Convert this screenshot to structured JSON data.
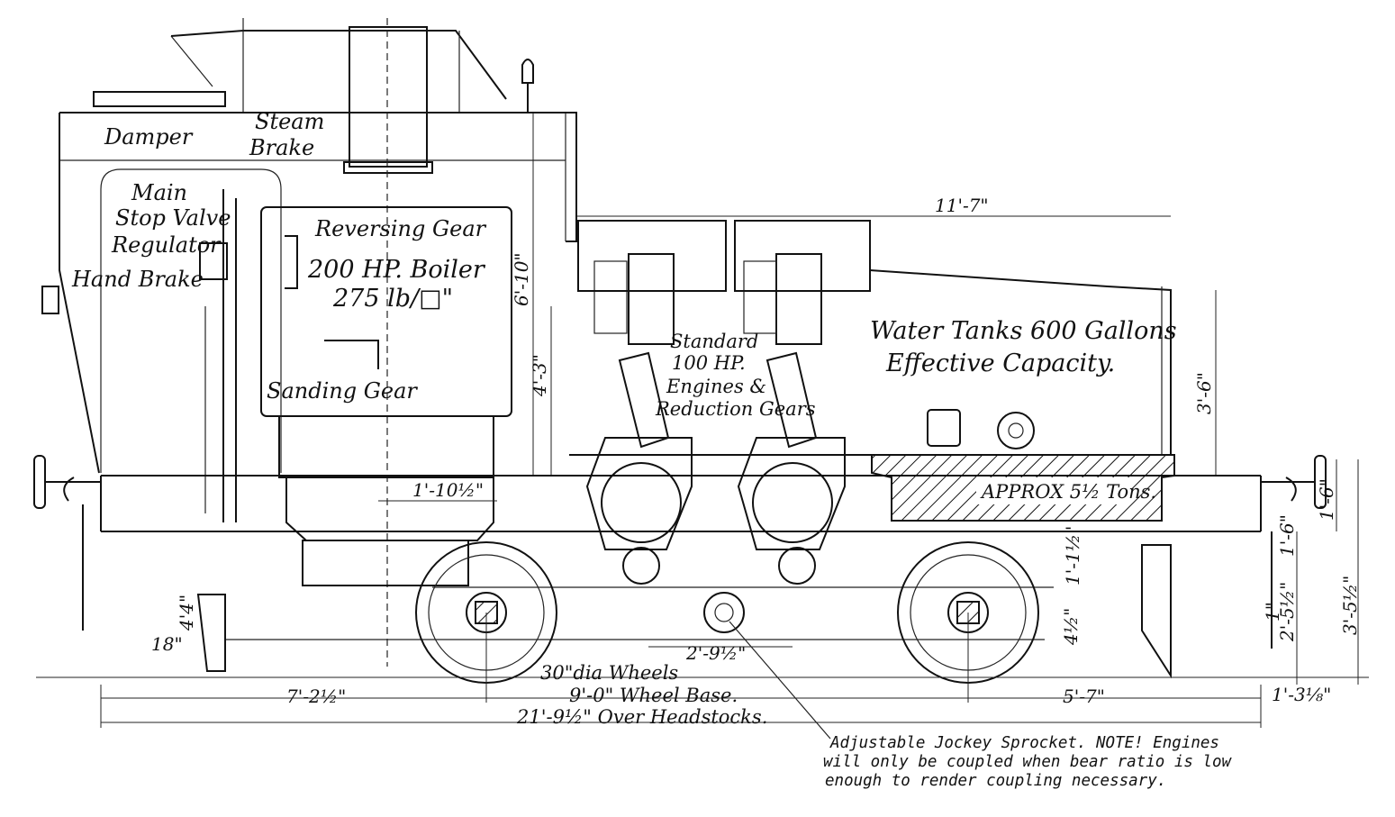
{
  "labels": {
    "damper": "Damper",
    "steam_brake_1": "Steam",
    "steam_brake_2": "Brake",
    "main": "Main",
    "stop_valve": "Stop Valve",
    "regulator": "Regulator",
    "hand_brake": "Hand Brake",
    "reversing_gear": "Reversing Gear",
    "boiler_1": "200 HP. Boiler",
    "boiler_2": "275 lb/□\"",
    "sanding_gear": "Sanding Gear",
    "engines_1": "Standard",
    "engines_2": "100 HP.",
    "engines_3": "Engines &",
    "engines_4": "Reduction Gears",
    "water_1": "Water Tanks 600 Gallons",
    "water_2": "Effective Capacity.",
    "ballast": "APPROX 5½ Tons.",
    "wheels": "30\"dia Wheels",
    "wheel_base": "9'-0\" Wheel Base.",
    "over_headstocks": "21'-9½\" Over Headstocks."
  },
  "dimensions": {
    "tank_length": "11'-7\"",
    "height_6_10": "6'-10\"",
    "height_4_3": "4'-3\"",
    "height_3_6": "3'-6\"",
    "d_1_10_half": "1'-10½\"",
    "d_1_6_a": "1'-6\"",
    "d_1_6_b": "1'-6\"",
    "d_1_1_half": "1'-1½\"",
    "d_4_4": "4'4\"",
    "d_18": "18\"",
    "d_2_9_half": "2'-9½\"",
    "d_4_half": "4½\"",
    "d_1": "1\"",
    "d_2_5_half": "2'-5½\"",
    "d_3_5_half": "3'-5½\"",
    "d_7_2_half": "7'-2½\"",
    "d_5_7": "5'-7\"",
    "d_1_3_eighth": "1'-3⅛\""
  },
  "note": {
    "line1": "Adjustable Jockey Sprocket. NOTE! Engines",
    "line2": "will only be coupled when bear ratio is low",
    "line3": "enough to render coupling necessary."
  }
}
